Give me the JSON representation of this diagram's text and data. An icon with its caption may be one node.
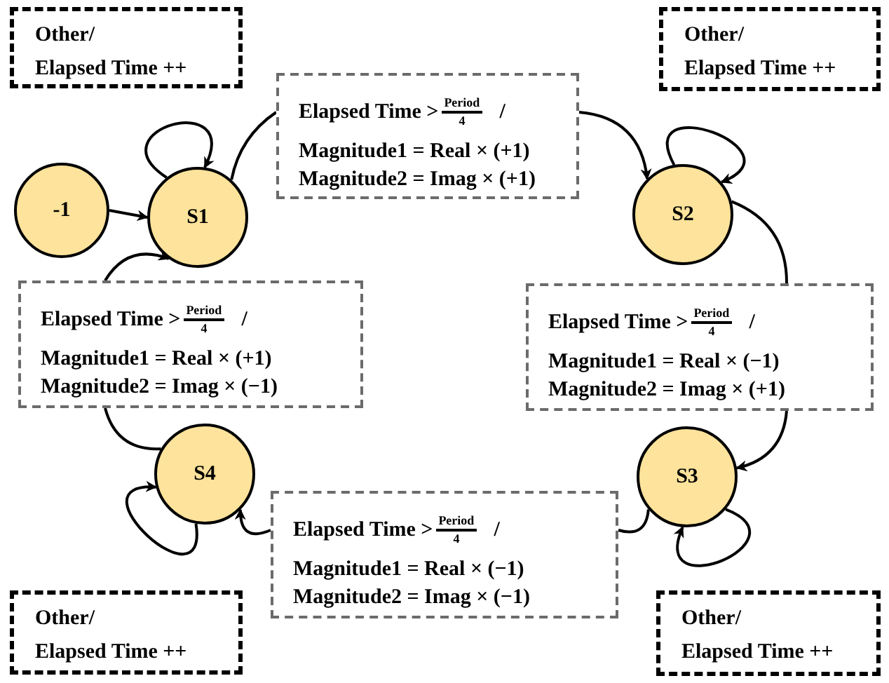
{
  "diagram": {
    "nodes": [
      {
        "text": [
          "-1"
        ]
      },
      {
        "text": [
          "S1"
        ]
      },
      {
        "text": [
          "S2"
        ]
      },
      {
        "text": [
          "S3"
        ]
      },
      {
        "text": [
          "S4"
        ]
      },
      {
        "text": [
          "Elapsed Time >",
          "Period",
          "4",
          "/",
          "Magnitude1 = Real × (+1)",
          "Magnitude2 = Imag × (+1)"
        ]
      },
      {
        "text": [
          "Elapsed Time >",
          "Period",
          "4",
          "/",
          "Magnitude1 = Real × (−1)",
          "Magnitude2 = Imag × (+1)"
        ]
      },
      {
        "text": [
          "Elapsed Time >",
          "Period",
          "4",
          "/",
          "Magnitude1 = Real × (−1)",
          "Magnitude2 = Imag × (−1)"
        ]
      },
      {
        "text": [
          "Elapsed Time >",
          "Period",
          "4",
          "/",
          "Magnitude1 = Real × (+1)",
          "Magnitude2 = Imag × (−1)"
        ]
      },
      {
        "text": [
          "Other/",
          "Elapsed Time ++"
        ]
      },
      {
        "text": [
          "Other/",
          "Elapsed Time ++"
        ]
      },
      {
        "text": [
          "Other/",
          "Elapsed Time ++"
        ]
      },
      {
        "text": [
          "Other/",
          "Elapsed Time ++"
        ]
      }
    ],
    "edges": [
      {
        "from": 0,
        "to": 1,
        "arrow": "to"
      },
      {
        "from": 1,
        "to": 1,
        "arrow": "to"
      },
      {
        "from": 1,
        "to": 5,
        "arrow": "none"
      },
      {
        "from": 5,
        "to": 2,
        "arrow": "to"
      },
      {
        "from": 2,
        "to": 2,
        "arrow": "to"
      },
      {
        "from": 2,
        "to": 6,
        "arrow": "none"
      },
      {
        "from": 6,
        "to": 3,
        "arrow": "to"
      },
      {
        "from": 3,
        "to": 3,
        "arrow": "to"
      },
      {
        "from": 3,
        "to": 7,
        "arrow": "none"
      },
      {
        "from": 7,
        "to": 4,
        "arrow": "to"
      },
      {
        "from": 4,
        "to": 4,
        "arrow": "to"
      },
      {
        "from": 4,
        "to": 8,
        "arrow": "none"
      },
      {
        "from": 8,
        "to": 1,
        "arrow": "to"
      }
    ]
  }
}
